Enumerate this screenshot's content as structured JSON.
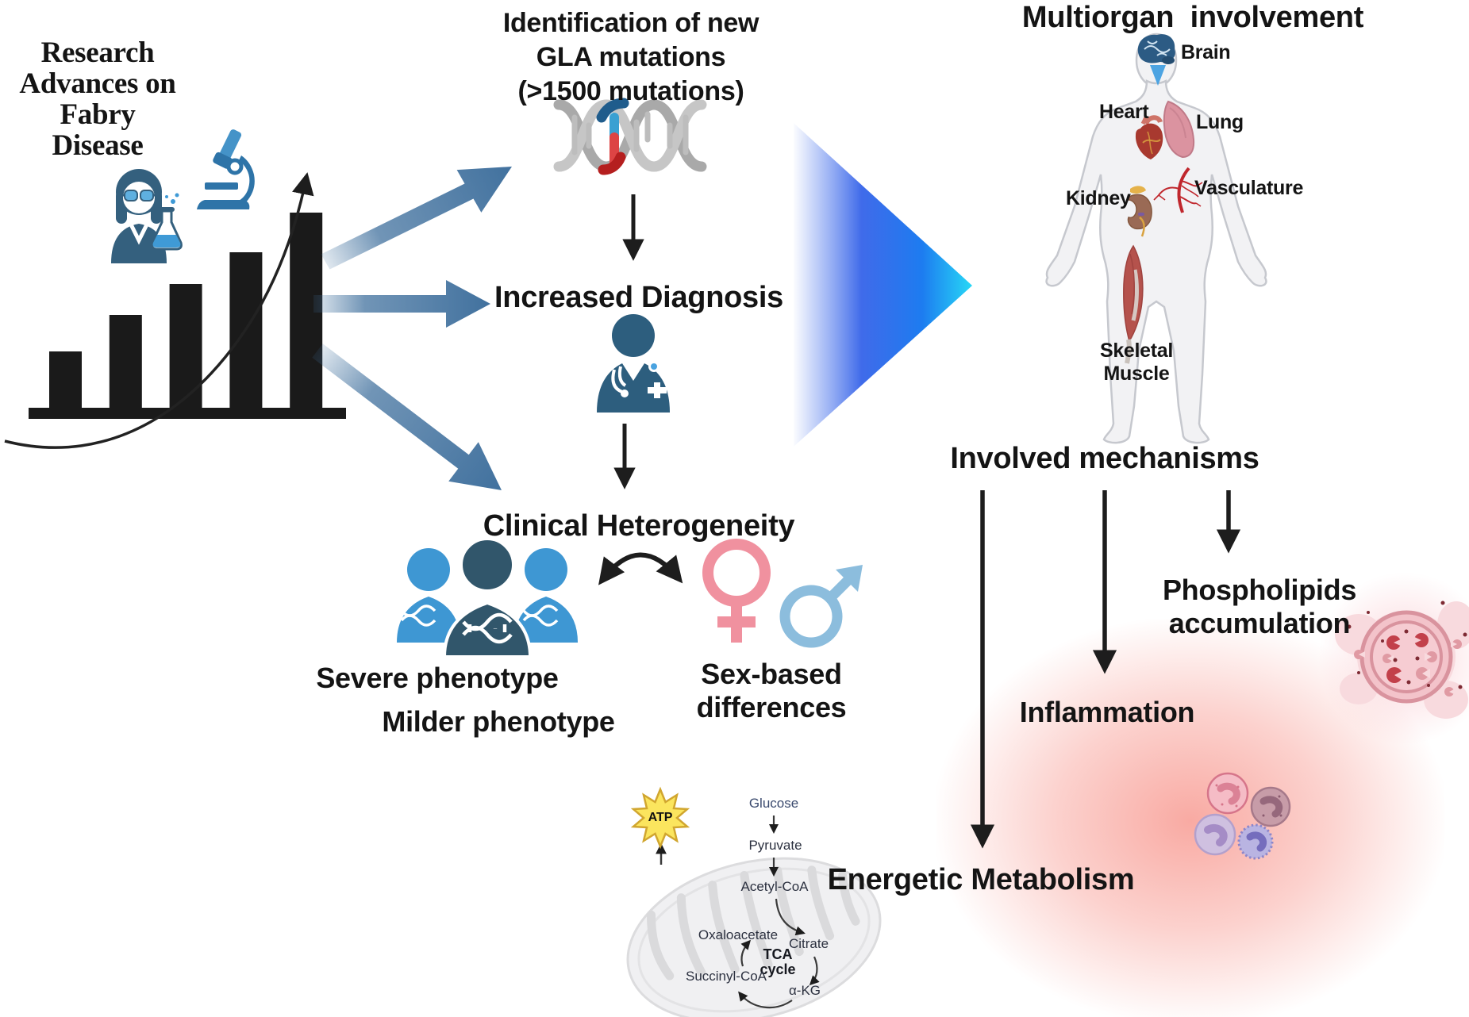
{
  "colors": {
    "steel_arrow": "#41719e",
    "steel_arrow_tail": "#b9cde0",
    "funnel_blue": "#2f5ee8",
    "funnel_cyan": "#27d8f6",
    "bar_black": "#1a1a1a",
    "person_light_blue": "#3e97d3",
    "person_dark_blue": "#31566b",
    "female_pink": "#f0919f",
    "male_blue": "#8cbddd",
    "atp_yellow": "#fbe55e",
    "inflammation_glow": "#f35c4e",
    "mito_gray": "#f0f0f2",
    "brain_blue": "#2c5b84",
    "lysosome_pink": "#f3c3ca"
  },
  "left_panel": {
    "title": "Research\nAdvances on\nFabry\nDisease"
  },
  "chart_data": {
    "type": "bar",
    "categories": [],
    "values": [
      72,
      118,
      157,
      197,
      247
    ],
    "title": "",
    "xlabel": "",
    "ylabel": "",
    "ylim": [
      0,
      260
    ],
    "note": "unlabeled rising bar chart with swoosh trend arrow"
  },
  "flow": {
    "gla_heading": "Identification of new\nGLA mutations\n(>1500 mutations)",
    "increased_diagnosis": "Increased Diagnosis",
    "clinical_heterogeneity": "Clinical Heterogeneity",
    "severe_phenotype": "Severe phenotype",
    "milder_phenotype": "Milder phenotype",
    "sex_based_differences": "Sex-based\ndifferences"
  },
  "multiorgan": {
    "title": "Multiorgan  involvement",
    "organs": {
      "brain": "Brain",
      "heart": "Heart",
      "lung": "Lung",
      "vasculature": "Vasculature",
      "kidney": "Kidney",
      "skeletal_muscle": "Skeletal\nMuscle"
    }
  },
  "mechanisms": {
    "title": "Involved mechanisms",
    "phospholipids": "Phospholipids\naccumulation",
    "inflammation": "Inflammation",
    "energetic_metabolism": "Energetic Metabolism"
  },
  "metabolism_pathway": {
    "glucose": "Glucose",
    "pyruvate": "Pyruvate",
    "acetyl_coa": "Acetyl-CoA",
    "oxaloacetate": "Oxaloacetate",
    "citrate": "Citrate",
    "tca_cycle": "TCA\ncycle",
    "succinyl_coa": "Succinyl-CoA",
    "alpha_kg": "α-KG",
    "atp": "ATP"
  }
}
